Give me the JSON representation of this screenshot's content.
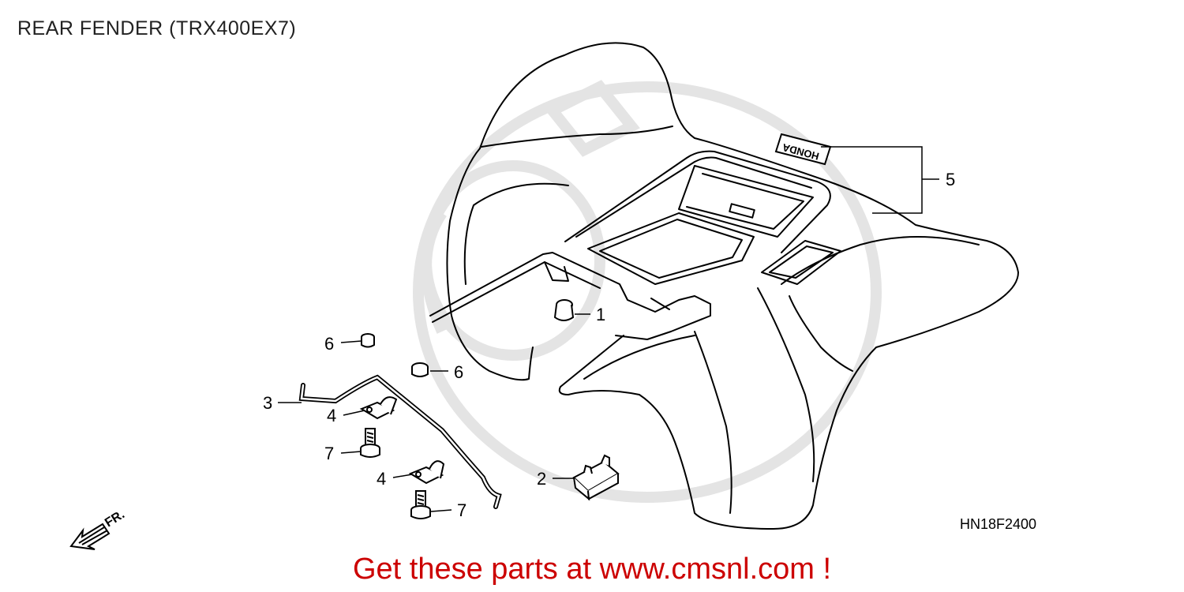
{
  "title": "REAR FENDER (TRX400EX7)",
  "diagram_code": "HN18F2400",
  "direction_label": "FR.",
  "brand_text": "HONDA",
  "footer": "Get these parts at www.cmsnl.com !",
  "colors": {
    "footer": "#cc0000",
    "line": "#000000",
    "watermark": "#e4e4e4"
  },
  "callouts": [
    {
      "id": "c1",
      "label": "1"
    },
    {
      "id": "c2",
      "label": "2"
    },
    {
      "id": "c3",
      "label": "3"
    },
    {
      "id": "c4a",
      "label": "4"
    },
    {
      "id": "c4b",
      "label": "4"
    },
    {
      "id": "c5",
      "label": "5"
    },
    {
      "id": "c6a",
      "label": "6"
    },
    {
      "id": "c6b",
      "label": "6"
    },
    {
      "id": "c7a",
      "label": "7"
    },
    {
      "id": "c7b",
      "label": "7"
    }
  ]
}
